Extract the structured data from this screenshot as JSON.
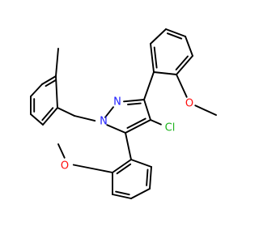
{
  "molecule": {
    "atom_labels": {
      "n1": "N",
      "n2": "N",
      "cl": "Cl",
      "o_top": "O",
      "o_bottom": "O"
    },
    "colors": {
      "bond": "#000000",
      "nitrogen": "#2020ff",
      "chlorine": "#1db31d",
      "oxygen": "#ff0d0d"
    }
  }
}
